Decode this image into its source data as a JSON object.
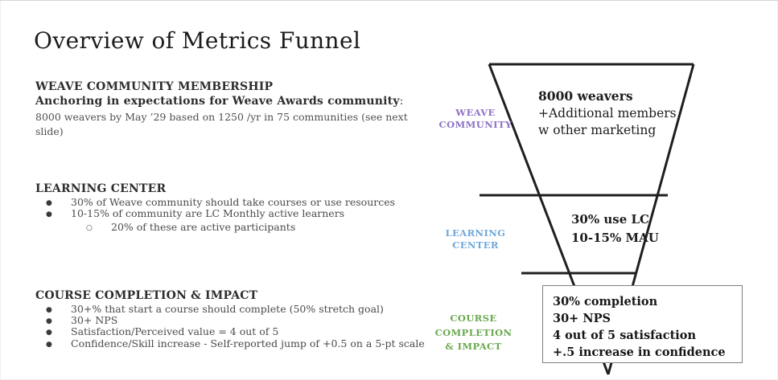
{
  "slide": {
    "title": "Overview of Metrics Funnel",
    "sections": [
      {
        "heading": "WEAVE COMMUNITY MEMBERSHIP",
        "anchor_bold": "Anchoring in expectations for Weave Awards community",
        "anchor_suffix": ":",
        "body": "8000 weavers by May ’29 based on 1250 /yr in 75 communities (see next slide)"
      },
      {
        "heading": "LEARNING CENTER",
        "bullets": [
          "30% of Weave community should take courses or use resources",
          "10-15% of community are LC Monthly active learners"
        ],
        "sub_bullets": [
          "20% of these are active participants"
        ]
      },
      {
        "heading": "COURSE COMPLETION & IMPACT",
        "bullets": [
          "30+% that start a course should complete (50% stretch goal)",
          "30+ NPS",
          "Satisfaction/Perceived value = 4 out of 5",
          "Confidence/Skill increase - Self-reported jump of +0.5 on a 5-pt scale"
        ]
      }
    ]
  },
  "funnel": {
    "line_color": "#1f1f1f",
    "stages": [
      {
        "label_lines": [
          "WEAVE",
          "COMMUNITY"
        ],
        "label_color": "#8e72c6",
        "note_bold": "8000 weavers",
        "note_lines": [
          "+Additional members",
          "w other marketing"
        ]
      },
      {
        "label_lines": [
          "LEARNING",
          "CENTER"
        ],
        "label_color": "#6fa8dc",
        "note_bold_lines": [
          "30% use LC",
          "10-15% MAU"
        ]
      },
      {
        "label_lines": [
          "COURSE",
          "COMPLETION",
          "& IMPACT"
        ],
        "label_color": "#6aa84f",
        "box_lines": [
          "30% completion",
          "30+ NPS",
          "4 out of 5 satisfaction",
          "+.5 increase in confidence"
        ]
      }
    ]
  },
  "bullet_glyphs": {
    "filled": "●",
    "hollow": "○"
  }
}
